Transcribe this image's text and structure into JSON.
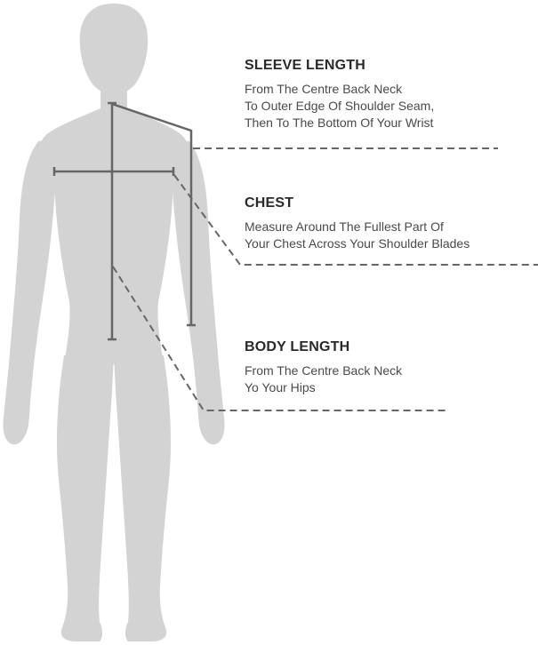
{
  "colors": {
    "silhouette": "#d3d3d3",
    "measure_line": "#666666",
    "leader_line": "#666666",
    "text": "#4a4a4a",
    "title": "#2a2a2a"
  },
  "icons": {
    "figure": "human-silhouette-icon"
  },
  "labels": {
    "sleeve": {
      "title": "SLEEVE LENGTH",
      "lines": [
        "From The Centre Back Neck",
        "To Outer Edge Of Shoulder Seam,",
        "Then To The Bottom Of Your Wrist"
      ]
    },
    "chest": {
      "title": "CHEST",
      "lines": [
        "Measure Around The Fullest Part Of",
        "Your Chest Across Your Shoulder Blades"
      ]
    },
    "body": {
      "title": "BODY LENGTH",
      "lines": [
        "From The Centre Back Neck",
        "Yo Your Hips"
      ]
    }
  }
}
